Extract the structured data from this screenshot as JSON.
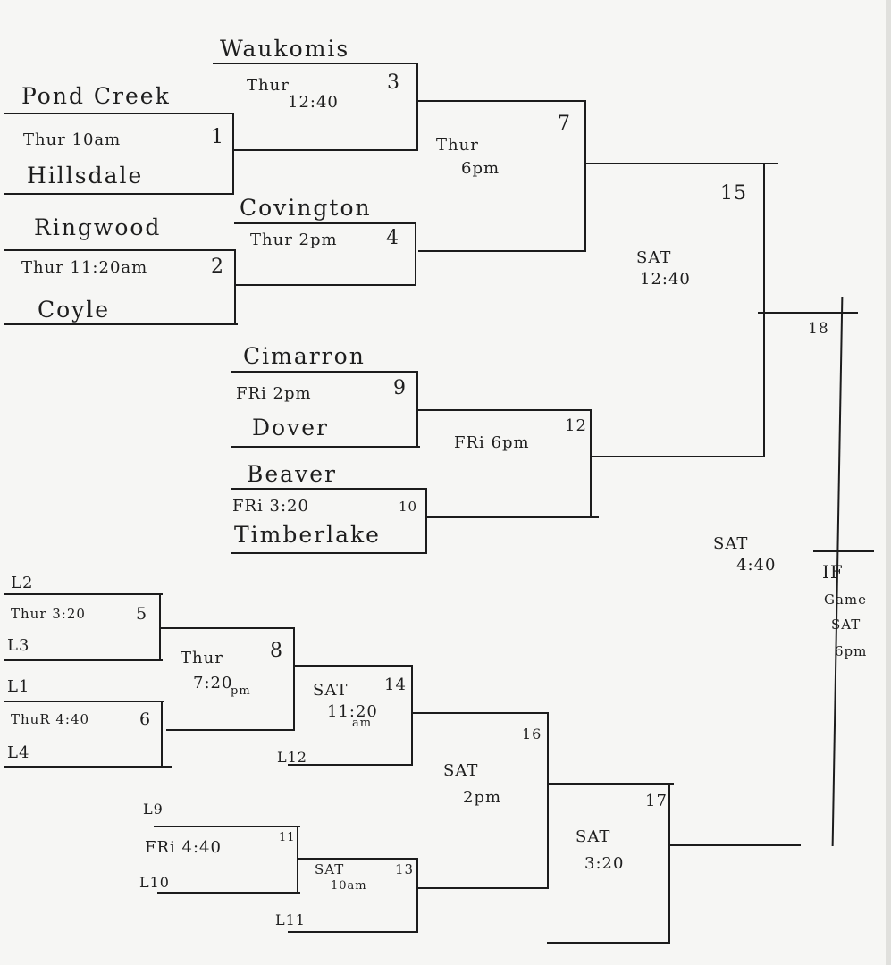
{
  "teams": {
    "waukomis": "Waukomis",
    "pond_creek": "Pond Creek",
    "hillsdale": "Hillsdale",
    "ringwood": "Ringwood",
    "coyle": "Coyle",
    "covington": "Covington",
    "cimarron": "Cimarron",
    "dover": "Dover",
    "beaver": "Beaver",
    "timberlake": "Timberlake"
  },
  "games": {
    "g1": {
      "num": "1",
      "time": "Thur 10am"
    },
    "g2": {
      "num": "2",
      "time": "Thur 11:20am"
    },
    "g3": {
      "num": "3",
      "time_a": "Thur",
      "time_b": "12:40"
    },
    "g4": {
      "num": "4",
      "time": "Thur 2pm"
    },
    "g5": {
      "num": "5",
      "time": "Thur 3:20"
    },
    "g6": {
      "num": "6",
      "time": "ThuR 4:40"
    },
    "g7": {
      "num": "7",
      "time_a": "Thur",
      "time_b": "6pm"
    },
    "g8": {
      "num": "8",
      "time_a": "Thur",
      "time_b": "7:20",
      "time_c": "pm"
    },
    "g9": {
      "num": "9",
      "time": "FRi 2pm"
    },
    "g10": {
      "num": "10",
      "time": "FRi 3:20"
    },
    "g11": {
      "num": "11",
      "time": "FRi 4:40"
    },
    "g12": {
      "num": "12",
      "time": "FRi 6pm"
    },
    "g13": {
      "num": "13",
      "time_a": "SAT",
      "time_b": "10am"
    },
    "g14": {
      "num": "14",
      "time_a": "SAT",
      "time_b": "11:20",
      "time_c": "am"
    },
    "g15": {
      "num": "15",
      "time_a": "SAT",
      "time_b": "12:40"
    },
    "g16": {
      "num": "16",
      "time_a": "SAT",
      "time_b": "2pm"
    },
    "g17": {
      "num": "17",
      "time_a": "SAT",
      "time_b": "3:20"
    },
    "g18": {
      "num": "18",
      "time_a": "SAT",
      "time_b": "4:40"
    }
  },
  "losers": {
    "l1": "L1",
    "l2": "L2",
    "l3": "L3",
    "l4": "L4",
    "l9": "L9",
    "l10": "L10",
    "l11": "L11",
    "l12": "L12"
  },
  "if_game": {
    "line1": "IF",
    "line2": "Game",
    "line3": "SAT",
    "line4": "6pm"
  }
}
